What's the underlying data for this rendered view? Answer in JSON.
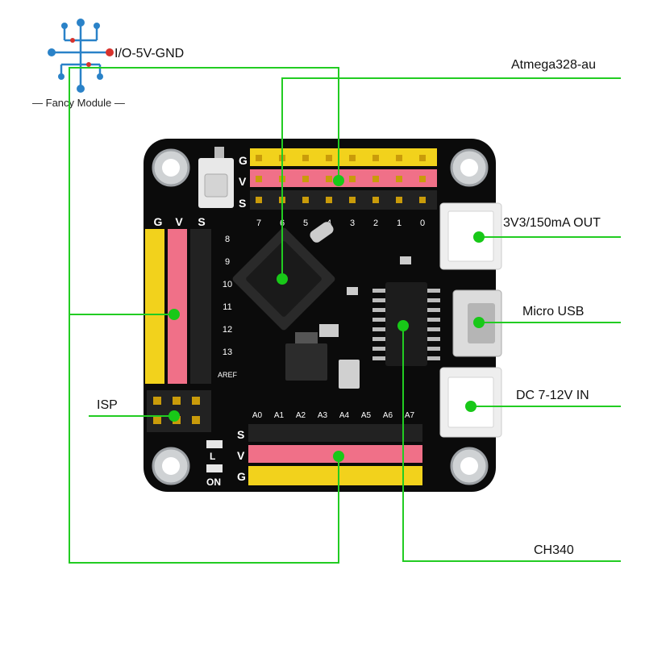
{
  "brand": {
    "name": "Fancy Module",
    "logo_icon": "circuit-tree-icon"
  },
  "callouts": {
    "io_5v_gnd": "I/O-5V-GND",
    "mcu": "Atmega328-au",
    "power_out": "3V3/150mA OUT",
    "usb": "Micro USB",
    "isp": "ISP",
    "dc_in": "DC 7-12V IN",
    "usb_chip": "CH340"
  },
  "silkscreen": {
    "row_g": "G",
    "row_v": "V",
    "row_s": "S",
    "top_pins": [
      "7",
      "6",
      "5",
      "4",
      "3",
      "2",
      "1",
      "0"
    ],
    "left_pins": [
      "8",
      "9",
      "10",
      "11",
      "12",
      "13",
      "AREF"
    ],
    "bottom_pins": [
      "A0",
      "A1",
      "A2",
      "A3",
      "A4",
      "A5",
      "A6",
      "A7"
    ],
    "led_l": "L",
    "led_on": "ON"
  },
  "colors": {
    "accent_line": "#22cc22",
    "dot": "#18c818",
    "pcb": "#0b0b0b",
    "header_yellow": "#f2d21c",
    "header_pink": "#f07088",
    "header_black": "#222222",
    "logo_blue": "#2a82c8",
    "logo_red": "#d8322c"
  }
}
